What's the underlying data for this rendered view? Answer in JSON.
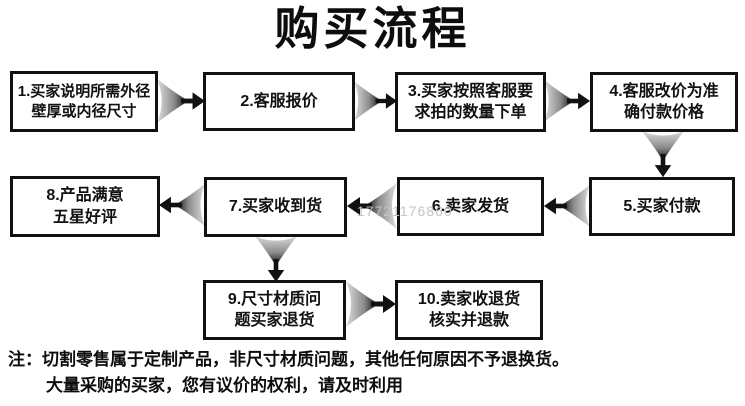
{
  "title": "购买流程",
  "watermark": "17721176860",
  "steps": [
    {
      "line1": "1.买家说明所需外径",
      "line2": "壁厚或内径尺寸"
    },
    {
      "line1": "2.客服报价",
      "line2": ""
    },
    {
      "line1": "3.买家按照客服要",
      "line2": "求拍的数量下单"
    },
    {
      "line1": "4.客服改价为准",
      "line2": "确付款价格"
    },
    {
      "line1": "5.买家付款",
      "line2": ""
    },
    {
      "line1": "6.卖家发货",
      "line2": ""
    },
    {
      "line1": "7.买家收到货",
      "line2": ""
    },
    {
      "line1": "8.产品满意",
      "line2": "五星好评"
    },
    {
      "line1": "9.尺寸材质问",
      "line2": "题买家退货"
    },
    {
      "line1": "10.卖家收退货",
      "line2": "核实并退款"
    }
  ],
  "notes": {
    "line1": "注：切割零售属于定制产品，非尺寸材质问题，其他任何原因不予退换货。",
    "line2": "大量采购的买家，您有议价的权利，请及时利用"
  },
  "colors": {
    "box_border": "#111111",
    "arrow_dark": "#000000",
    "arrow_light": "#d9d9d9",
    "watermark_gray": "#c4c4c4"
  }
}
